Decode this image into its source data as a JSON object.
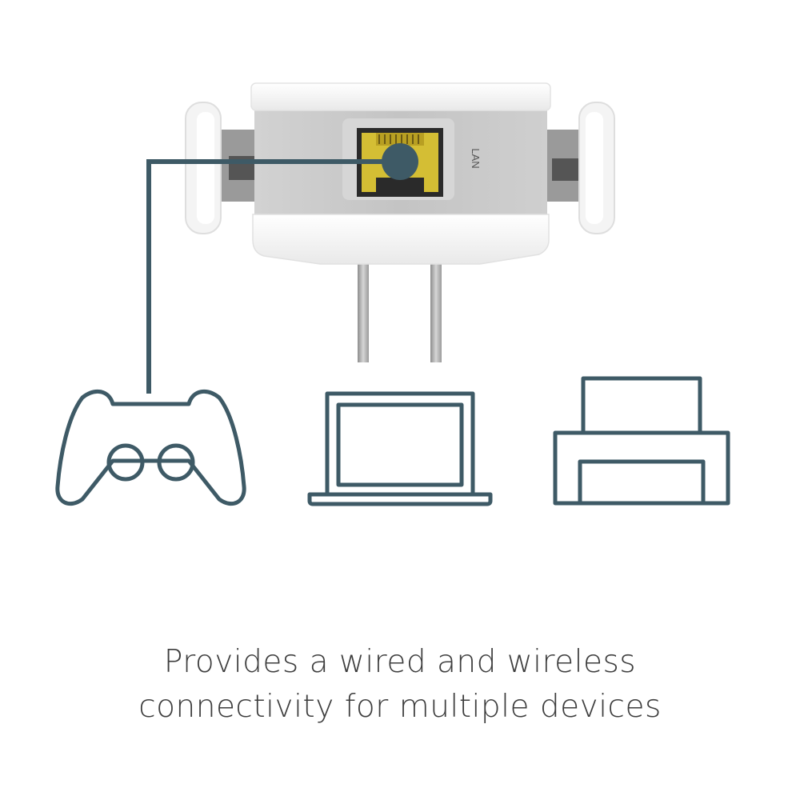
{
  "device": {
    "port_label": "LAN"
  },
  "icons": [
    "game-controller-icon",
    "laptop-icon",
    "printer-icon"
  ],
  "colors": {
    "line": "#3e5a66",
    "port_yellow": "#d9c23a",
    "device_white": "#f7f7f7",
    "device_gray": "#b9b9b9"
  },
  "caption": {
    "line1": "Provides a wired and wireless",
    "line2": "connectivity for multiple devices"
  }
}
